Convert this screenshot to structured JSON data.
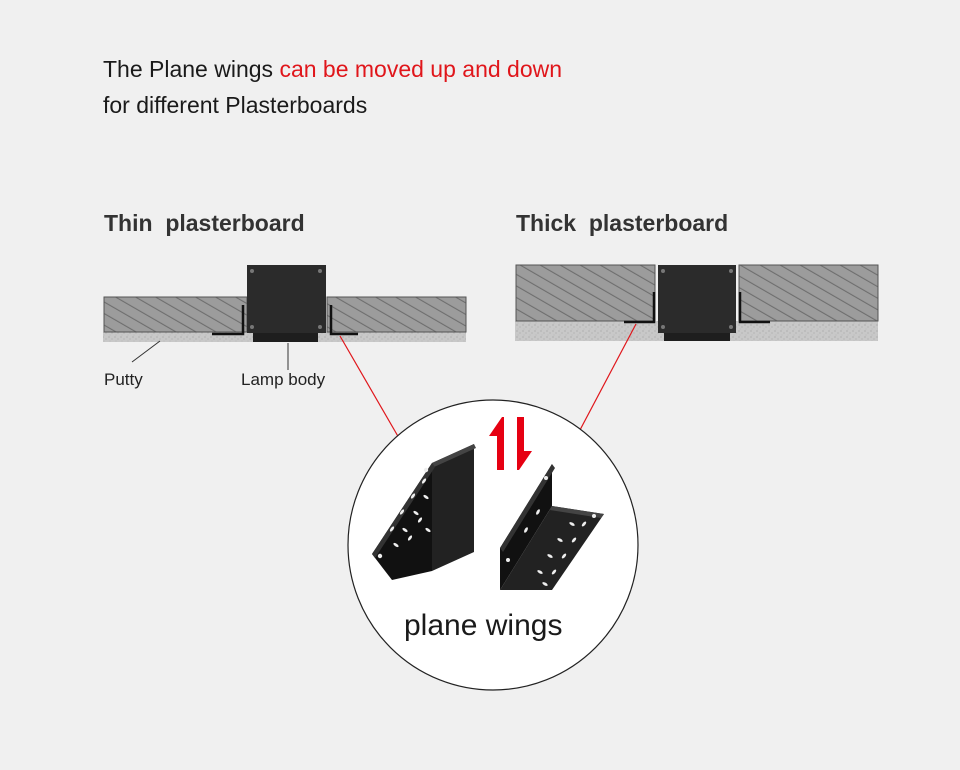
{
  "heading": {
    "line1_prefix": "The Plane wings ",
    "line1_accent": "can be moved up and down",
    "line2": "for different Plasterboards"
  },
  "panels": {
    "thin_title": "Thin  plasterboard",
    "thick_title": "Thick  plasterboard"
  },
  "labels": {
    "putty": "Putty",
    "lamp_body": "Lamp body",
    "plane_wings": "plane wings"
  },
  "colors": {
    "accent": "#e0161b",
    "background": "#f0f0f0",
    "lamp": "#2b2b2b",
    "board": "#9a9a9a",
    "putty": "#c4c4c4"
  }
}
